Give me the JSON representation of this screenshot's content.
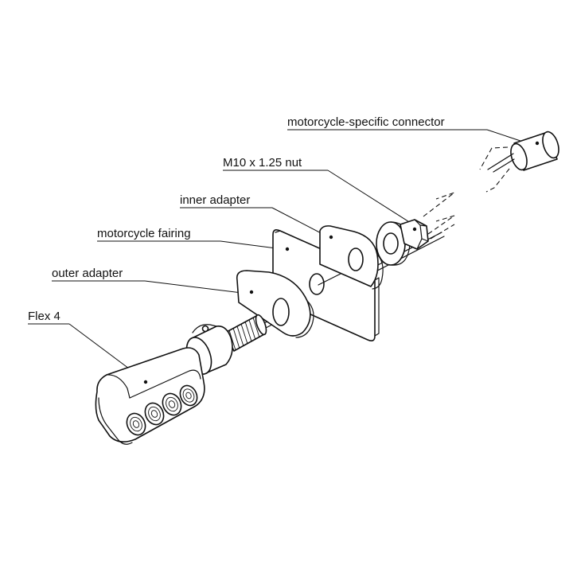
{
  "labels": {
    "connector": "motorcycle-specific connector",
    "nut": "M10 x 1.25 nut",
    "inner_adapter": "inner adapter",
    "fairing": "motorcycle fairing",
    "outer_adapter": "outer adapter",
    "flex4": "Flex 4"
  }
}
